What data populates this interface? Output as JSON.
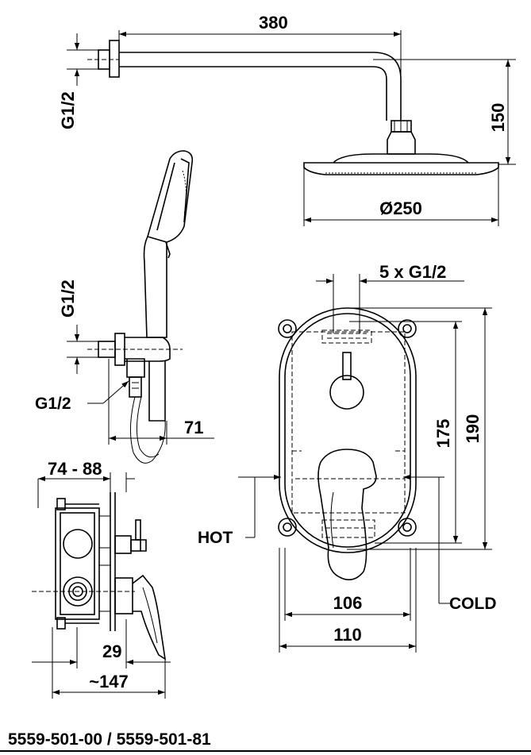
{
  "dimensions": {
    "arm_length": "380",
    "head_height": "150",
    "head_diameter": "Ø250",
    "inlet_count_thread": "5 x G1/2",
    "box_height_inner": "175",
    "box_height_outer": "190",
    "box_width_inner": "106",
    "box_width_outer": "110",
    "depth_range": "74 - 88",
    "wall_depth": "29",
    "total_depth": "~147",
    "hand_holder_offset": "71"
  },
  "threads": {
    "shower_arm": "G1/2",
    "hand_outlet": "G1/2",
    "hand_connector": "G1/2"
  },
  "labels": {
    "hot": "HOT",
    "cold": "COLD"
  },
  "product_codes": "5559-501-00 / 5559-501-81"
}
